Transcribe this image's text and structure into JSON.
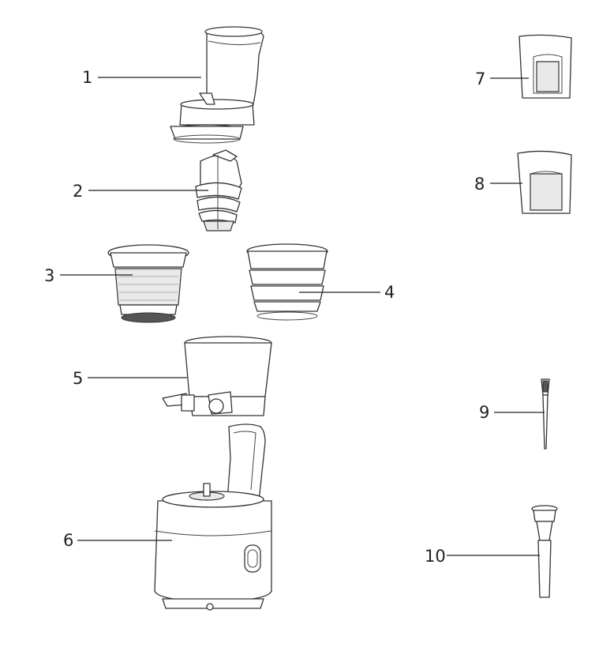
{
  "parts": [
    {
      "number": "1",
      "icon": "feed-chute-icon"
    },
    {
      "number": "2",
      "icon": "auger-icon"
    },
    {
      "number": "3",
      "icon": "fine-strainer-icon"
    },
    {
      "number": "4",
      "icon": "rotating-brush-icon"
    },
    {
      "number": "5",
      "icon": "juicing-bowl-icon"
    },
    {
      "number": "6",
      "icon": "motor-base-icon"
    },
    {
      "number": "7",
      "icon": "juice-cup-icon"
    },
    {
      "number": "8",
      "icon": "pulp-cup-icon"
    },
    {
      "number": "9",
      "icon": "cleaning-brush-icon"
    },
    {
      "number": "10",
      "icon": "pusher-icon"
    }
  ]
}
